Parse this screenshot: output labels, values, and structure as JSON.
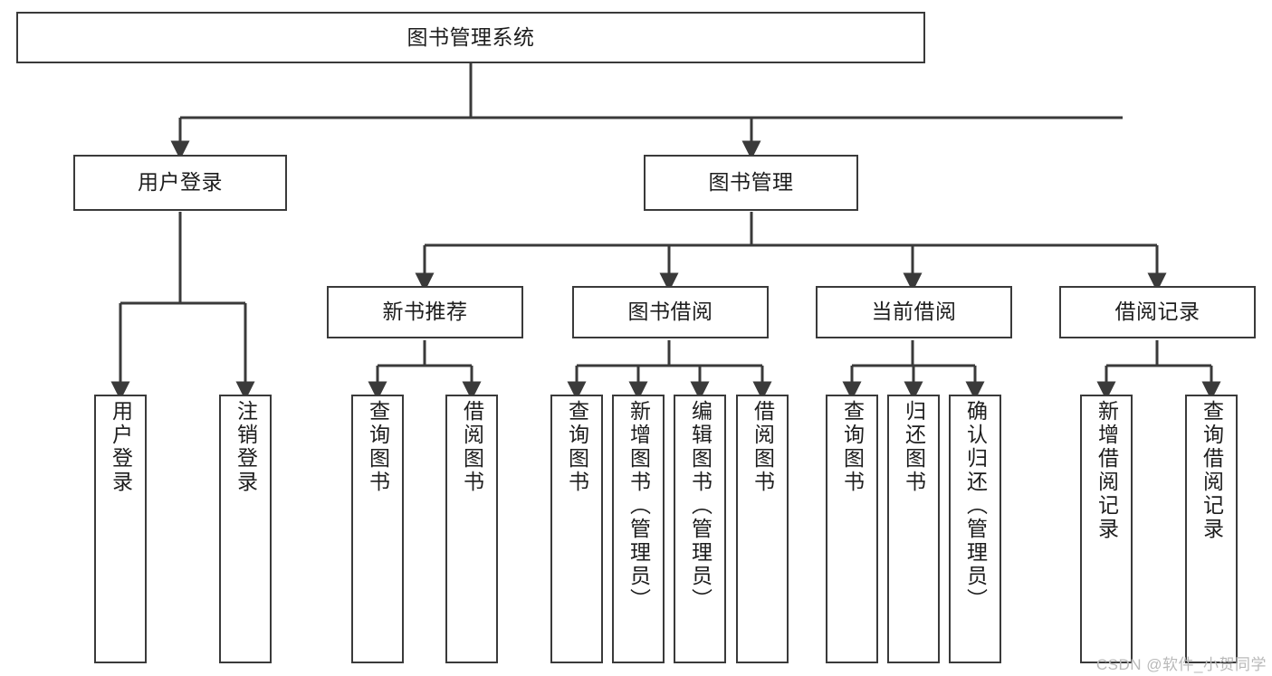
{
  "diagram": {
    "title": "图书管理系统",
    "type": "hierarchy-tree",
    "root": {
      "label": "图书管理系统"
    },
    "level2": [
      {
        "label": "用户登录"
      },
      {
        "label": "图书管理"
      }
    ],
    "level3": [
      {
        "label": "新书推荐"
      },
      {
        "label": "图书借阅"
      },
      {
        "label": "当前借阅"
      },
      {
        "label": "借阅记录"
      }
    ],
    "leaves": {
      "user_login": [
        {
          "label": "用户登录"
        },
        {
          "label": "注销登录"
        }
      ],
      "new_book_recommend": [
        {
          "label": "查询图书"
        },
        {
          "label": "借阅图书"
        }
      ],
      "book_borrow": [
        {
          "label": "查询图书"
        },
        {
          "label": "新增图书（管理员）"
        },
        {
          "label": "编辑图书（管理员）"
        },
        {
          "label": "借阅图书"
        }
      ],
      "current_borrow": [
        {
          "label": "查询图书"
        },
        {
          "label": "归还图书"
        },
        {
          "label": "确认归还（管理员）"
        }
      ],
      "borrow_record": [
        {
          "label": "新增借阅记录"
        },
        {
          "label": "查询借阅记录"
        }
      ]
    }
  },
  "watermark": {
    "text": "CSDN @软件_小贺同学"
  },
  "colors": {
    "box_border": "#3a3a3a",
    "background": "#ffffff",
    "text": "#1d1d1d",
    "watermark": "#b9b9b9"
  }
}
